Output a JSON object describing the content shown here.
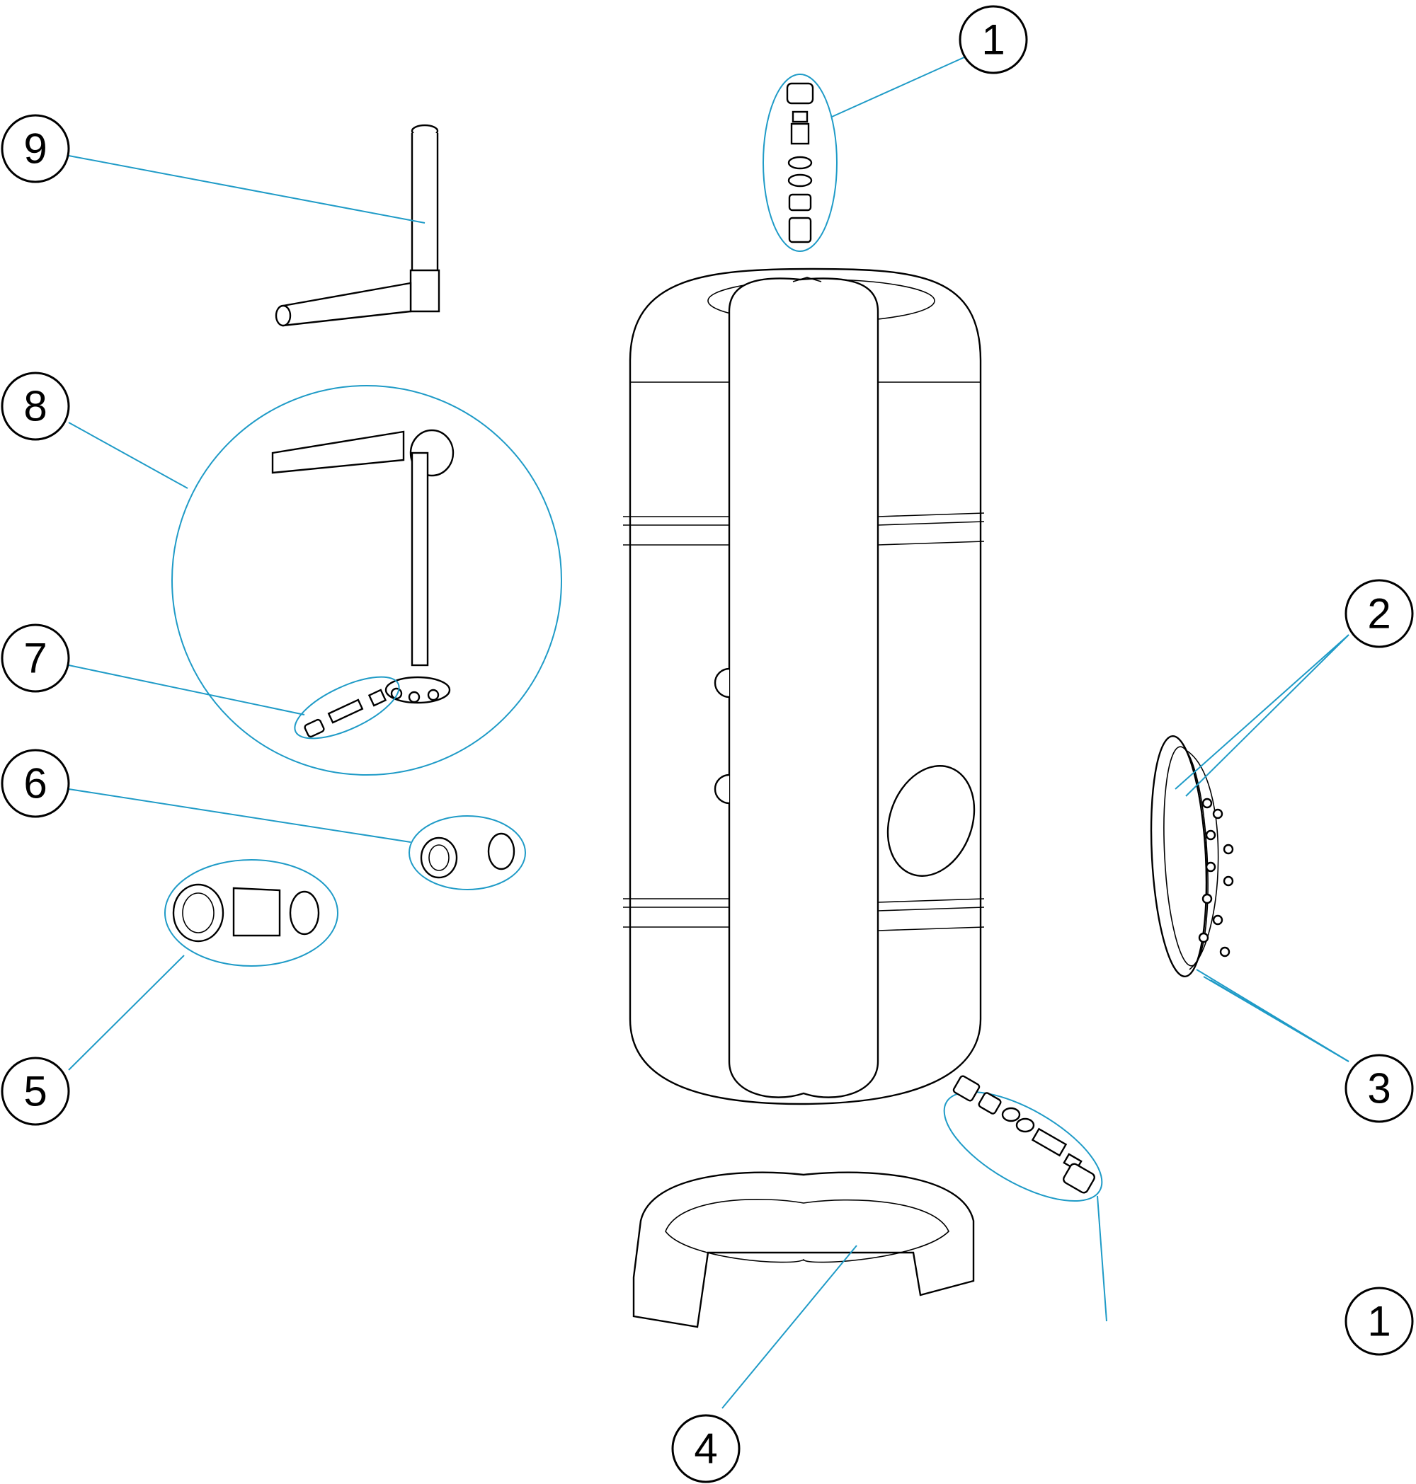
{
  "callouts": [
    {
      "id": "c1-top",
      "label": "1"
    },
    {
      "id": "c1-bottom",
      "label": "1"
    },
    {
      "id": "c2",
      "label": "2"
    },
    {
      "id": "c3",
      "label": "3"
    },
    {
      "id": "c4",
      "label": "4"
    },
    {
      "id": "c5",
      "label": "5"
    },
    {
      "id": "c6",
      "label": "6"
    },
    {
      "id": "c7",
      "label": "7"
    },
    {
      "id": "c8",
      "label": "8"
    },
    {
      "id": "c9",
      "label": "9"
    }
  ],
  "colors": {
    "leader_line": "#1f9bc7",
    "outline": "#000000",
    "background": "#ffffff"
  }
}
